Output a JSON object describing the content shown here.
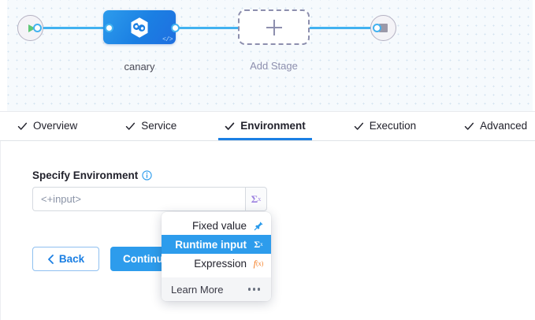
{
  "canvas": {
    "start_node": {
      "icon": "play-icon",
      "name": "pipeline-start"
    },
    "end_node": {
      "icon": "stop-icon",
      "name": "pipeline-end"
    },
    "stage": {
      "label": "canary",
      "icon": "harness-hexagon-icon",
      "code_badge": "</>"
    },
    "add_stage": {
      "label": "Add Stage",
      "icon": "plus-icon"
    },
    "colors": {
      "connector": "#42b2f0",
      "stage_blue": "#1b7fe3",
      "canvas_bg": "#f6fafd",
      "dot_grid": "#d3e3f0"
    }
  },
  "tabs": {
    "items": [
      {
        "label": "Overview",
        "checked": true,
        "active": false
      },
      {
        "label": "Service",
        "checked": true,
        "active": false
      },
      {
        "label": "Environment",
        "checked": true,
        "active": true
      },
      {
        "label": "Execution",
        "checked": true,
        "active": false
      },
      {
        "label": "Advanced",
        "checked": true,
        "active": false
      }
    ],
    "active_indicator_color": "#1b7fe3"
  },
  "form": {
    "field_label": "Specify Environment",
    "info_icon": "info-circle-icon",
    "environment_input": {
      "value": "<+input>",
      "placeholder": "<+input>"
    },
    "value_type_button": {
      "icon": "sigma-x-icon",
      "symbol": "Σ",
      "superscript": "x",
      "color": "#9b7fe0"
    }
  },
  "actions": {
    "back_label": "Back",
    "back_icon": "chevron-left-icon",
    "continue_label": "Continue"
  },
  "dropdown": {
    "items": [
      {
        "label": "Fixed value",
        "icon": "pin-icon",
        "selected": false
      },
      {
        "label": "Runtime input",
        "icon": "sigma-x-icon",
        "selected": true
      },
      {
        "label": "Expression",
        "icon": "fx-icon",
        "selected": false
      }
    ],
    "footer": {
      "label": "Learn More",
      "icon": "more-dots-icon"
    },
    "selected_bg": "#2d9cec",
    "expression_icon_color": "#f57c20",
    "pin_icon_color": "#2d9cec"
  }
}
